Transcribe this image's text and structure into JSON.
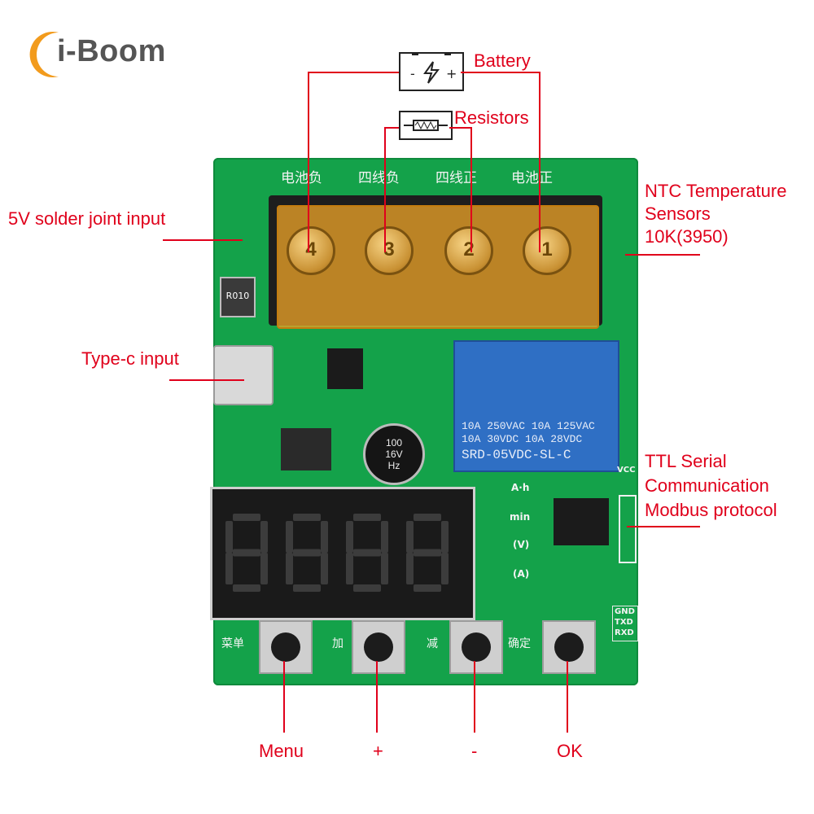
{
  "brand": {
    "name": "i-Boom",
    "accent_color": "#f29b1d"
  },
  "labels": {
    "battery": "Battery",
    "resistors": "Resistors",
    "solder_input": "5V solder joint input",
    "typec_input": "Type-c input",
    "ntc_line1": "NTC Temperature",
    "ntc_line2": "Sensors",
    "ntc_line3": "10K(3950)",
    "ttl_line1": "TTL Serial",
    "ttl_line2": "Communication",
    "ttl_line3": "Modbus protocol",
    "menu": "Menu",
    "plus": "+",
    "minus": "-",
    "ok": "OK"
  },
  "icons": {
    "battery": "battery-icon",
    "resistor": "resistor-icon"
  },
  "board": {
    "terminal_header": [
      "电池负",
      "四线负",
      "四线正",
      "电池正"
    ],
    "terminal_numbers": [
      "4",
      "3",
      "2",
      "1"
    ],
    "relay_lines": [
      "10A 250VAC   10A 125VAC",
      "10A  30VDC   10A  28VDC",
      "SRD-05VDC-SL-C"
    ],
    "capacitor": [
      "100",
      "16V",
      "Hz"
    ],
    "shunt": "R010",
    "indicators": [
      "A·h",
      "min",
      "(V)",
      "(A)"
    ],
    "uart_pins": [
      "GND",
      "TXD",
      "RXD"
    ],
    "vcc": "VCC",
    "button_labels": [
      "菜单",
      "加",
      "减",
      "确定"
    ]
  },
  "colors": {
    "label_red": "#e0001b",
    "pcb_green": "#14a24a",
    "relay_blue": "#2f6fc4",
    "terminal_amber": "#e8a028"
  }
}
